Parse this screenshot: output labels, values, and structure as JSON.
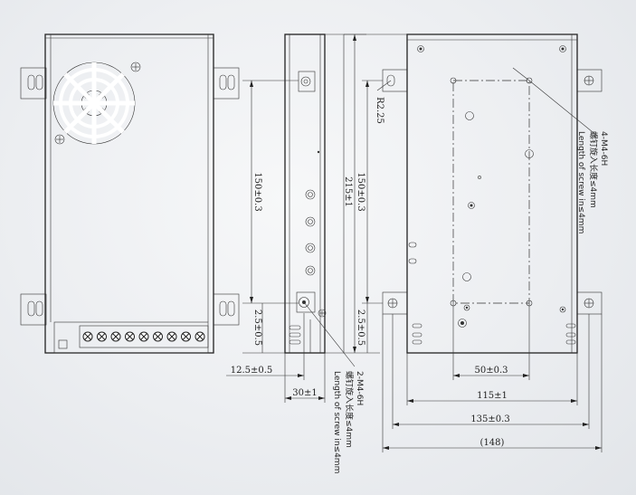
{
  "dimensions": {
    "d_150_a": "150±0.3",
    "d_150_b": "150±0.3",
    "d_215": "215±1",
    "d_2_5_a": "2.5±0.5",
    "d_2_5_b": "2.5±0.5",
    "d_12_5": "12.5±0.5",
    "d_30": "30±1",
    "d_50": "50±0.3",
    "d_115": "115±1",
    "d_135": "135±0.3",
    "d_148": "(148)",
    "r_2_25": "R2.25"
  },
  "notes": {
    "side_cn": "2-M4-6H",
    "side_cn2": "螺钉旋入长度≤4mm",
    "side_en": "Length of screw in≤4mm",
    "bottom_cn": "4-M4-6H",
    "bottom_cn2": "螺钉旋入长度≤4mm",
    "bottom_en": "Length of screw in≤4mm"
  },
  "colors": {
    "line": "#222222",
    "background": "#eceef1"
  }
}
